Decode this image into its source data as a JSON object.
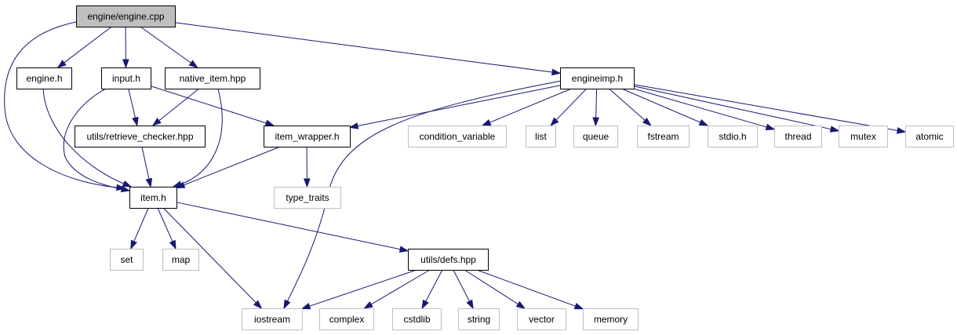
{
  "diagram": {
    "type": "include-dependency-graph",
    "colors": {
      "edge": "#191970",
      "root_fill": "#bfbfbf",
      "node_border": "#000000",
      "external_border": "#bfbfbf"
    },
    "nodes": [
      {
        "id": "engine_cpp",
        "label": "engine/engine.cpp",
        "kind": "root"
      },
      {
        "id": "engine_h",
        "label": "engine.h",
        "kind": "documented"
      },
      {
        "id": "input_h",
        "label": "input.h",
        "kind": "documented"
      },
      {
        "id": "native_item_hpp",
        "label": "native_item.hpp",
        "kind": "documented"
      },
      {
        "id": "engineimp_h",
        "label": "engineimp.h",
        "kind": "documented"
      },
      {
        "id": "retrieve_checker_hpp",
        "label": "utils/retrieve_checker.hpp",
        "kind": "documented"
      },
      {
        "id": "item_wrapper_h",
        "label": "item_wrapper.h",
        "kind": "documented"
      },
      {
        "id": "item_h",
        "label": "item.h",
        "kind": "documented"
      },
      {
        "id": "defs_hpp",
        "label": "utils/defs.hpp",
        "kind": "documented"
      },
      {
        "id": "condition_variable",
        "label": "condition_variable",
        "kind": "external"
      },
      {
        "id": "list",
        "label": "list",
        "kind": "external"
      },
      {
        "id": "queue",
        "label": "queue",
        "kind": "external"
      },
      {
        "id": "fstream",
        "label": "fstream",
        "kind": "external"
      },
      {
        "id": "stdio_h",
        "label": "stdio.h",
        "kind": "external"
      },
      {
        "id": "thread",
        "label": "thread",
        "kind": "external"
      },
      {
        "id": "mutex",
        "label": "mutex",
        "kind": "external"
      },
      {
        "id": "atomic",
        "label": "atomic",
        "kind": "external"
      },
      {
        "id": "type_traits",
        "label": "type_traits",
        "kind": "external"
      },
      {
        "id": "set",
        "label": "set",
        "kind": "external"
      },
      {
        "id": "map",
        "label": "map",
        "kind": "external"
      },
      {
        "id": "iostream",
        "label": "iostream",
        "kind": "external"
      },
      {
        "id": "complex",
        "label": "complex",
        "kind": "external"
      },
      {
        "id": "cstdlib",
        "label": "cstdlib",
        "kind": "external"
      },
      {
        "id": "string",
        "label": "string",
        "kind": "external"
      },
      {
        "id": "vector",
        "label": "vector",
        "kind": "external"
      },
      {
        "id": "memory",
        "label": "memory",
        "kind": "external"
      }
    ],
    "edges": [
      {
        "from": "engine_cpp",
        "to": "engine_h"
      },
      {
        "from": "engine_cpp",
        "to": "input_h"
      },
      {
        "from": "engine_cpp",
        "to": "native_item_hpp"
      },
      {
        "from": "engine_cpp",
        "to": "engineimp_h"
      },
      {
        "from": "engine_cpp",
        "to": "item_h"
      },
      {
        "from": "engine_h",
        "to": "item_h"
      },
      {
        "from": "input_h",
        "to": "retrieve_checker_hpp"
      },
      {
        "from": "input_h",
        "to": "item_wrapper_h"
      },
      {
        "from": "input_h",
        "to": "item_h"
      },
      {
        "from": "native_item_hpp",
        "to": "retrieve_checker_hpp"
      },
      {
        "from": "native_item_hpp",
        "to": "item_h"
      },
      {
        "from": "retrieve_checker_hpp",
        "to": "item_h"
      },
      {
        "from": "item_wrapper_h",
        "to": "item_h"
      },
      {
        "from": "item_wrapper_h",
        "to": "type_traits"
      },
      {
        "from": "engineimp_h",
        "to": "item_wrapper_h"
      },
      {
        "from": "engineimp_h",
        "to": "iostream"
      },
      {
        "from": "engineimp_h",
        "to": "condition_variable"
      },
      {
        "from": "engineimp_h",
        "to": "list"
      },
      {
        "from": "engineimp_h",
        "to": "queue"
      },
      {
        "from": "engineimp_h",
        "to": "fstream"
      },
      {
        "from": "engineimp_h",
        "to": "stdio_h"
      },
      {
        "from": "engineimp_h",
        "to": "thread"
      },
      {
        "from": "engineimp_h",
        "to": "mutex"
      },
      {
        "from": "engineimp_h",
        "to": "atomic"
      },
      {
        "from": "item_h",
        "to": "set"
      },
      {
        "from": "item_h",
        "to": "map"
      },
      {
        "from": "item_h",
        "to": "iostream"
      },
      {
        "from": "item_h",
        "to": "defs_hpp"
      },
      {
        "from": "defs_hpp",
        "to": "iostream"
      },
      {
        "from": "defs_hpp",
        "to": "complex"
      },
      {
        "from": "defs_hpp",
        "to": "cstdlib"
      },
      {
        "from": "defs_hpp",
        "to": "string"
      },
      {
        "from": "defs_hpp",
        "to": "vector"
      },
      {
        "from": "defs_hpp",
        "to": "memory"
      }
    ]
  }
}
